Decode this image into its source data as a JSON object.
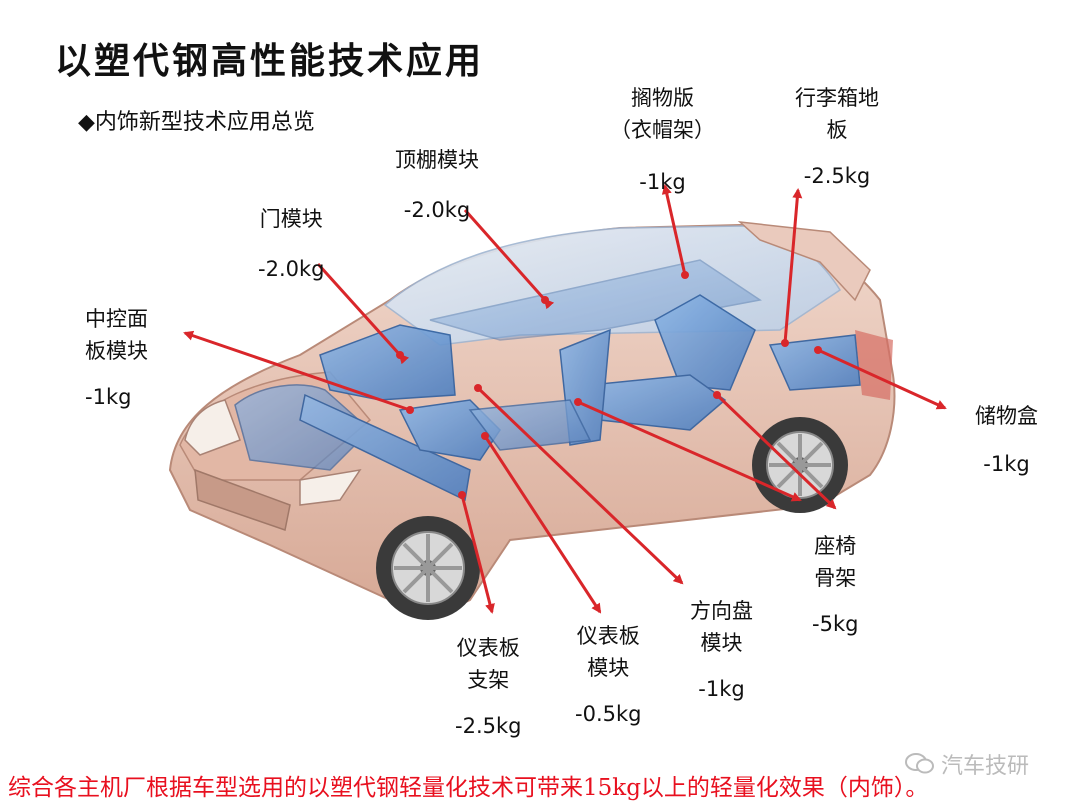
{
  "title": "以塑代钢高性能技术应用",
  "subtitle": "◆内饰新型技术应用总览",
  "labels": {
    "shelf": {
      "name": "搁物版",
      "name2": "（衣帽架）",
      "weight": "-1kg"
    },
    "trunk": {
      "name": "行李箱地",
      "name2": "板",
      "weight": "-2.5kg"
    },
    "headliner": {
      "name": "顶棚模块",
      "weight": "-2.0kg"
    },
    "door": {
      "name": "门模块",
      "weight": "-2.0kg"
    },
    "console": {
      "name": "中控面",
      "name2": "板模块",
      "weight": "-1kg"
    },
    "storage": {
      "name": "储物盒",
      "weight": "-1kg"
    },
    "seat": {
      "name": "座椅",
      "name2": "骨架",
      "weight": "-5kg"
    },
    "steering": {
      "name": "方向盘",
      "name2": "模块",
      "weight": "-1kg"
    },
    "ip_module": {
      "name": "仪表板",
      "name2": "模块",
      "weight": "-0.5kg"
    },
    "ip_bracket": {
      "name": "仪表板",
      "name2": "支架",
      "weight": "-2.5kg"
    }
  },
  "footer": "综合各主机厂根据车型选用的以塑代钢轻量化技术可带来15kg以上的轻量化效果（内饰）。",
  "watermark": "汽车技研",
  "colors": {
    "arrow": "#d9262a",
    "body": "#e8c4b4",
    "interior": "#6f9fd4",
    "footer": "#e8101f"
  }
}
